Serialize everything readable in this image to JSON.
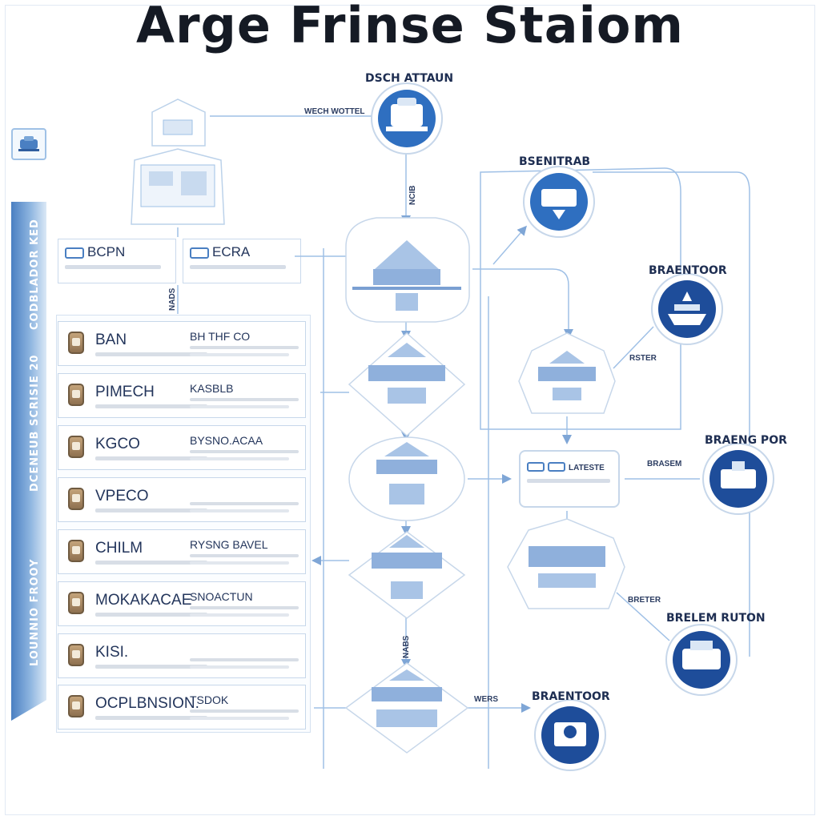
{
  "title": "Arge Frinse Staiom",
  "left_bar": {
    "texts": [
      "CODBLADOR KED",
      "DCENEUB SCRISIE 20",
      "LOUNNIO FROOY"
    ]
  },
  "top_cards": [
    {
      "label": "BCPN"
    },
    {
      "label": "ECRA"
    }
  ],
  "rows": [
    {
      "name": "BAN",
      "value": "BH THF CO"
    },
    {
      "name": "PIMECH",
      "value": "KASBLB"
    },
    {
      "name": "KGCO",
      "value": "BYSNO.ACAA"
    },
    {
      "name": "VPECO",
      "value": ""
    },
    {
      "name": "CHILM",
      "value": "RYSNG BAVEL"
    },
    {
      "name": "MOKAKACAE",
      "value": "SNOACTUN"
    },
    {
      "name": "KISI.",
      "value": ""
    },
    {
      "name": "OCPLBNSION.",
      "value": "TSDOK"
    }
  ],
  "circles": [
    {
      "label": "DSCH ATTAUN",
      "icon": "machine-icon"
    },
    {
      "label": "BSENITRAB",
      "icon": "equipment-icon"
    },
    {
      "label": "BRAENTOOR",
      "icon": "ship-icon"
    },
    {
      "label": "BRAENG POR",
      "icon": "tool-icon"
    },
    {
      "label": "BRELEM RUTON",
      "icon": "printer-icon"
    },
    {
      "label": "BRAENTOOR",
      "icon": "camera-icon"
    }
  ],
  "small_labels": {
    "top_connector": "WECH WOTTEL",
    "mid_card": "LATESTE",
    "right_a": "BRASEM",
    "right_b": "RSTER",
    "right_c": "BRETER",
    "right_d": "WERS",
    "v_top": "NCIB",
    "v_left": "NADS",
    "v_bottom": "NABS"
  },
  "colors": {
    "accent": "#2f6fc0",
    "circle_dark": "#1e4d9a",
    "line": "#9fc0e6",
    "border": "#c7d7ea"
  }
}
